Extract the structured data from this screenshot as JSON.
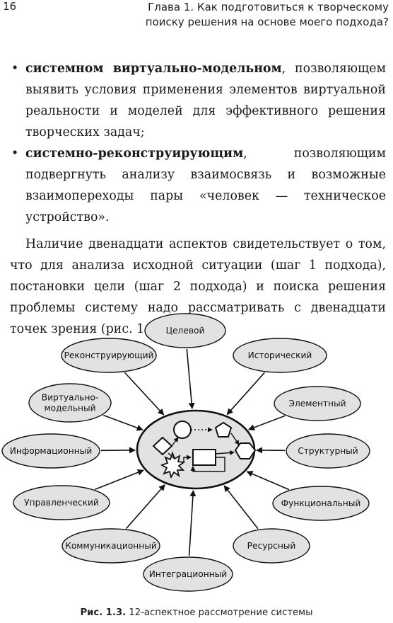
{
  "header": {
    "page_number": "16",
    "running_title_line1": "Глава 1. Как подготовиться к творческому",
    "running_title_line2": "поиску решения на основе моего подхода?"
  },
  "bullets": [
    {
      "marker": "•",
      "term": "системном виртуально-модельном",
      "text": ", позволяющем выявить условия применения элементов виртуальной реальности и моделей для эффективного решения творческих задач;"
    },
    {
      "marker": "•",
      "term": "системно-реконструирующим",
      "text": ", позволяющим подвергнуть анализу взаимосвязь и возможные взаимопереходы пары «человек — техническое устройство»."
    }
  ],
  "paragraph": "Наличие двенадцати аспектов свидетельствует о том, что для анализа исходной ситуации (шаг 1 подхода), постановки цели (шаг 2 подхода) и поиска решения проблемы систему надо рассматривать с двенадцати точек зрения (рис. 1.3).",
  "figure": {
    "aspects": [
      {
        "id": "target",
        "lines": [
          "Целевой"
        ]
      },
      {
        "id": "historical",
        "lines": [
          "Исторический"
        ]
      },
      {
        "id": "element",
        "lines": [
          "Элементный"
        ]
      },
      {
        "id": "structural",
        "lines": [
          "Структурный"
        ]
      },
      {
        "id": "functional",
        "lines": [
          "Функциональный"
        ]
      },
      {
        "id": "resource",
        "lines": [
          "Ресурсный"
        ]
      },
      {
        "id": "integration",
        "lines": [
          "Интеграционный"
        ]
      },
      {
        "id": "communication",
        "lines": [
          "Коммуникационный"
        ]
      },
      {
        "id": "management",
        "lines": [
          "Управленческий"
        ]
      },
      {
        "id": "information",
        "lines": [
          "Информационный"
        ]
      },
      {
        "id": "virtual-model",
        "lines": [
          "Виртуально-",
          "модельный"
        ]
      },
      {
        "id": "reconstruct",
        "lines": [
          "Реконструирующий"
        ]
      }
    ],
    "colors": {
      "ellipse_fill": "#e2e2e2",
      "stroke": "#111111"
    }
  },
  "caption": {
    "label": "Рис. 1.3.",
    "text": "12-аспектное рассмотрение системы"
  }
}
